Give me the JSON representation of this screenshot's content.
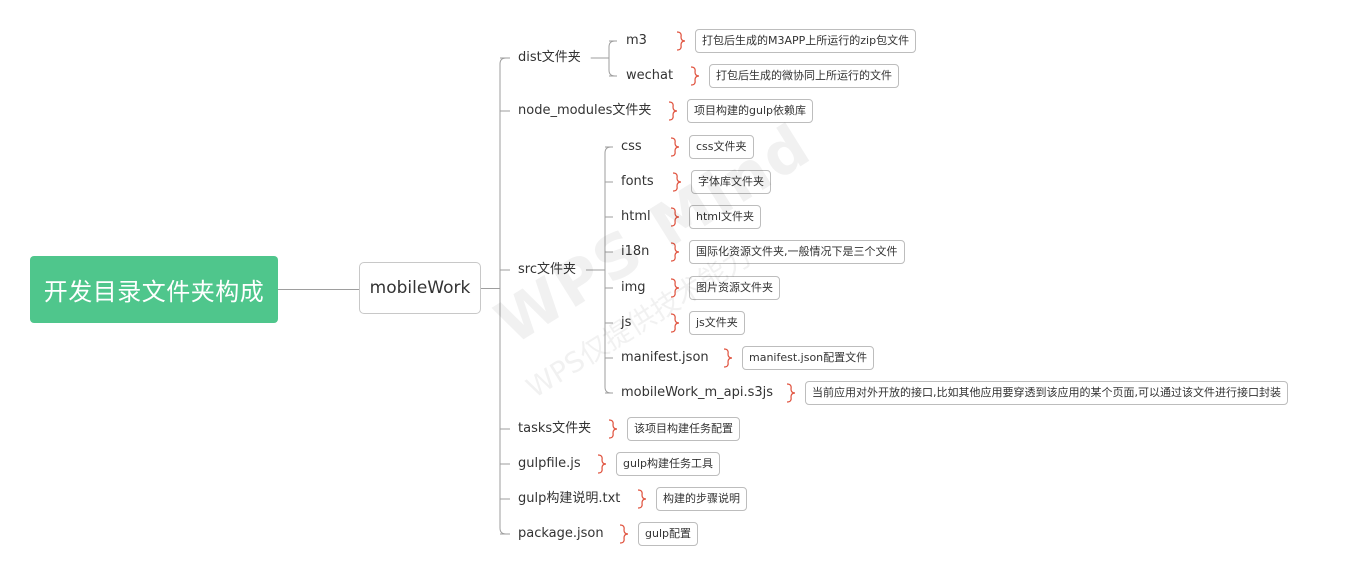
{
  "root": {
    "label": "开发目录文件夹构成"
  },
  "hub": {
    "label": "mobileWork"
  },
  "branches": [
    {
      "id": "dist",
      "label": "dist文件夹",
      "children": [
        {
          "id": "m3",
          "label": "m3",
          "note": "打包后生成的M3APP上所运行的zip包文件"
        },
        {
          "id": "wechat",
          "label": "wechat",
          "note": "打包后生成的微协同上所运行的文件"
        }
      ]
    },
    {
      "id": "node_modules",
      "label": "node_modules文件夹",
      "note": "项目构建的gulp依赖库"
    },
    {
      "id": "src",
      "label": "src文件夹",
      "children": [
        {
          "id": "css",
          "label": "css",
          "note": "css文件夹"
        },
        {
          "id": "fonts",
          "label": "fonts",
          "note": "字体库文件夹"
        },
        {
          "id": "html",
          "label": "html",
          "note": "html文件夹"
        },
        {
          "id": "i18n",
          "label": "i18n",
          "note": "国际化资源文件夹,一般情况下是三个文件"
        },
        {
          "id": "img",
          "label": "img",
          "note": "图片资源文件夹"
        },
        {
          "id": "js",
          "label": "js",
          "note": "js文件夹"
        },
        {
          "id": "manifest",
          "label": "manifest.json",
          "note": "manifest.json配置文件"
        },
        {
          "id": "api",
          "label": "mobileWork_m_api.s3js",
          "note": "当前应用对外开放的接口,比如其他应用要穿透到该应用的某个页面,可以通过该文件进行接口封装"
        }
      ]
    },
    {
      "id": "tasks",
      "label": "tasks文件夹",
      "note": "该项目构建任务配置"
    },
    {
      "id": "gulpfile",
      "label": "gulpfile.js",
      "note": "gulp构建任务工具"
    },
    {
      "id": "gulptxt",
      "label": "gulp构建说明.txt",
      "note": "构建的步骤说明"
    },
    {
      "id": "package",
      "label": "package.json",
      "note": "gulp配置"
    }
  ],
  "watermark": {
    "line1": "WPS Mind",
    "line2": "WPS仅提供技术能力"
  },
  "colors": {
    "root_bg": "#4fc68c",
    "brace": "#e0533f",
    "line": "#9e9e9e"
  }
}
